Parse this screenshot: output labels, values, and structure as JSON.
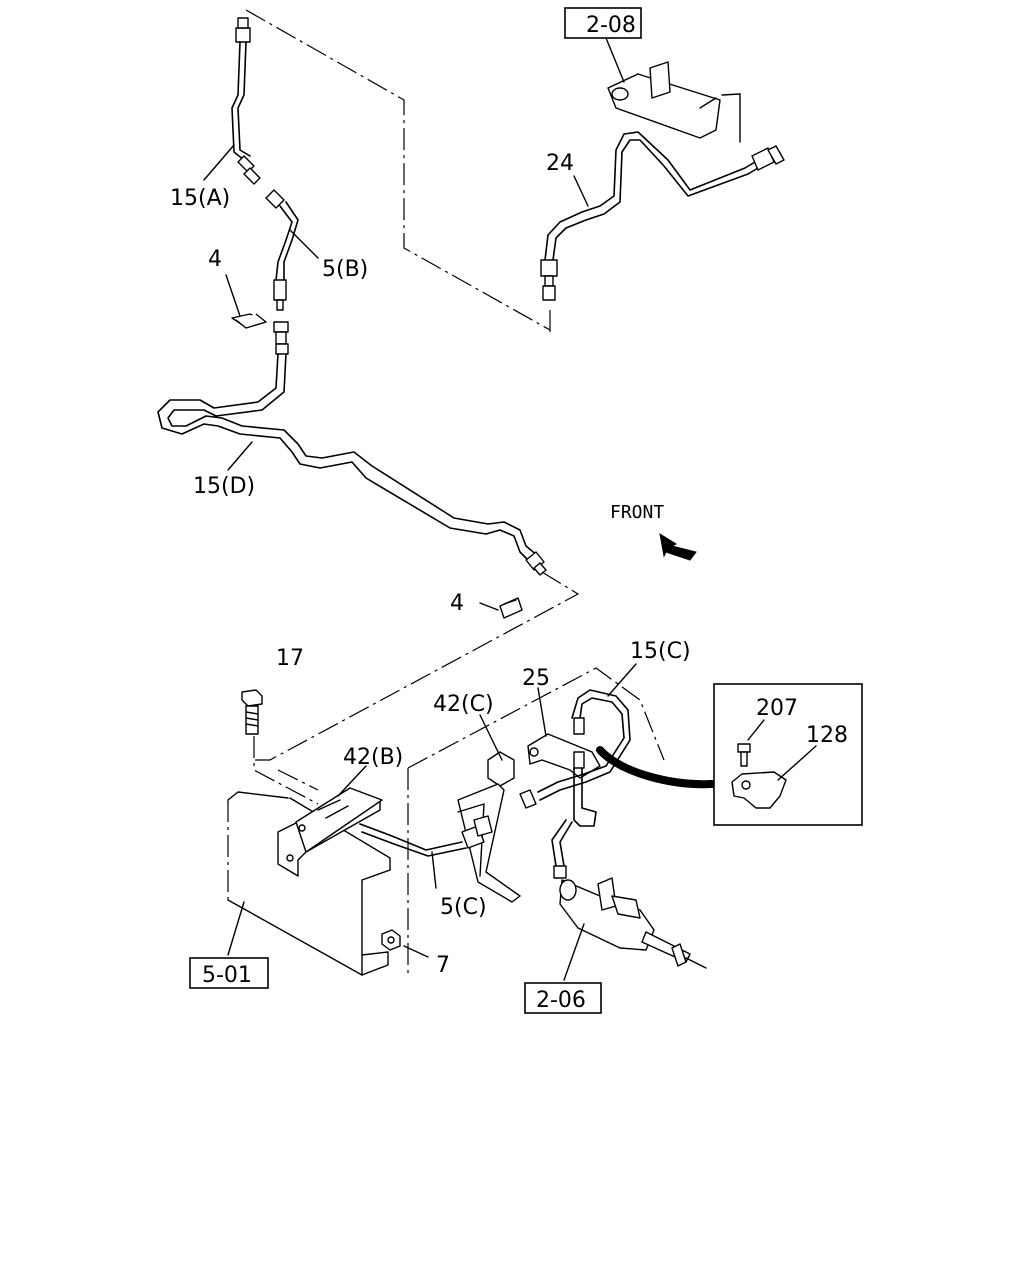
{
  "diagram": {
    "callouts": [
      {
        "id": "label-15a",
        "text": "15(A)"
      },
      {
        "id": "label-5b",
        "text": "5(B)"
      },
      {
        "id": "label-4-top",
        "text": "4"
      },
      {
        "id": "label-24",
        "text": "24"
      },
      {
        "id": "label-15d",
        "text": "15(D)"
      },
      {
        "id": "label-4-mid",
        "text": "4"
      },
      {
        "id": "label-17",
        "text": "17"
      },
      {
        "id": "label-42c",
        "text": "42(C)"
      },
      {
        "id": "label-25",
        "text": "25"
      },
      {
        "id": "label-15c",
        "text": "15(C)"
      },
      {
        "id": "label-207",
        "text": "207"
      },
      {
        "id": "label-128",
        "text": "128"
      },
      {
        "id": "label-42b",
        "text": "42(B)"
      },
      {
        "id": "label-5c",
        "text": "5(C)"
      },
      {
        "id": "label-7",
        "text": "7"
      }
    ],
    "refs": [
      {
        "id": "ref-2-08",
        "text": "2-08"
      },
      {
        "id": "ref-5-01",
        "text": "5-01"
      },
      {
        "id": "ref-2-06",
        "text": "2-06"
      }
    ],
    "direction": {
      "text": "FRONT"
    }
  }
}
